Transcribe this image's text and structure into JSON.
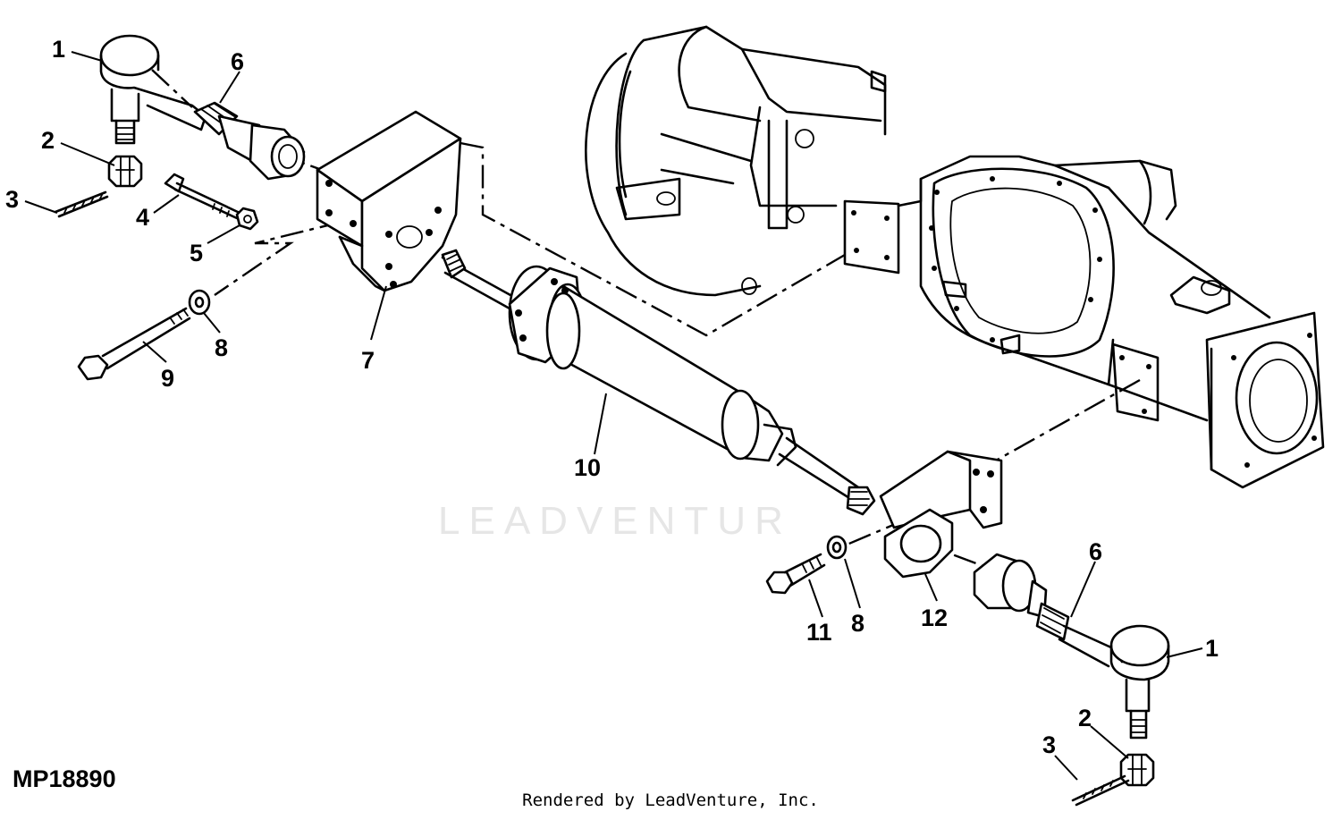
{
  "figure_id": "MP18890",
  "watermark": "LEADVENTUR",
  "credit": "Rendered by LeadVenture, Inc.",
  "callouts": [
    {
      "key": "c1a",
      "text": "1"
    },
    {
      "key": "c2a",
      "text": "2"
    },
    {
      "key": "c3a",
      "text": "3"
    },
    {
      "key": "c4",
      "text": "4"
    },
    {
      "key": "c5",
      "text": "5"
    },
    {
      "key": "c6a",
      "text": "6"
    },
    {
      "key": "c7",
      "text": "7"
    },
    {
      "key": "c8a",
      "text": "8"
    },
    {
      "key": "c9",
      "text": "9"
    },
    {
      "key": "c10",
      "text": "10"
    },
    {
      "key": "c11",
      "text": "11"
    },
    {
      "key": "c8b",
      "text": "8"
    },
    {
      "key": "c12",
      "text": "12"
    },
    {
      "key": "c6b",
      "text": "6"
    },
    {
      "key": "c1b",
      "text": "1"
    },
    {
      "key": "c2b",
      "text": "2"
    },
    {
      "key": "c3b",
      "text": "3"
    }
  ]
}
